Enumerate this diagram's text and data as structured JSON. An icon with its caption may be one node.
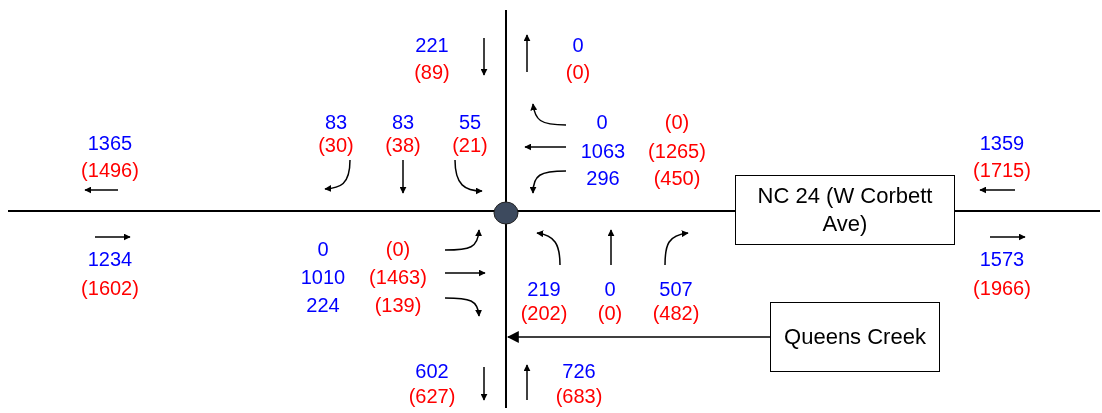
{
  "diagram": {
    "nodes": [
      {
        "text": [
          "NC 24 (W Corbett Ave)"
        ]
      },
      {
        "text": [
          "Queens Creek"
        ]
      },
      {
        "text": [],
        "shape": "line"
      }
    ],
    "edges": [
      {
        "from": 1,
        "to": 2,
        "arrow": "to"
      }
    ],
    "labels": [
      "221",
      "(89)",
      "0",
      "(0)",
      "83",
      "(30)",
      "83",
      "(38)",
      "55",
      "(21)",
      "0",
      "1063",
      "296",
      "(0)",
      "(1265)",
      "(450)",
      "1365",
      "(1496)",
      "1359",
      "(1715)",
      "1234",
      "(1602)",
      "1573",
      "(1966)",
      "0",
      "1010",
      "224",
      "(0)",
      "(1463)",
      "(139)",
      "219",
      "(202)",
      "0",
      "(0)",
      "507",
      "(482)",
      "602",
      "(627)",
      "726",
      "(683)"
    ]
  }
}
